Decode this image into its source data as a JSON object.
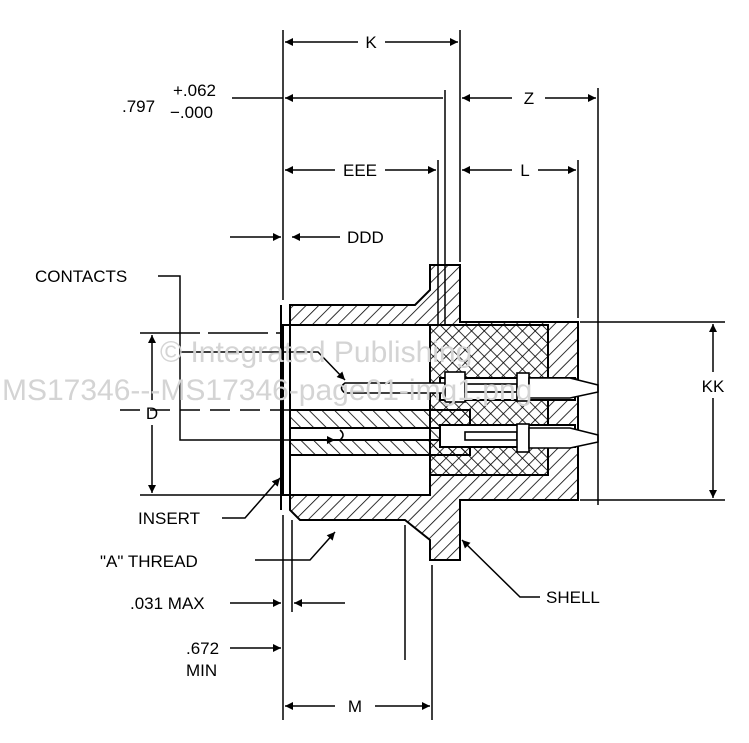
{
  "labels": {
    "k": "K",
    "dim797": ".797",
    "tol_plus": "+.062",
    "tol_minus": "−.000",
    "z": "Z",
    "eee": "EEE",
    "l": "L",
    "ddd": "DDD",
    "contacts": "CONTACTS",
    "d": "D",
    "kk": "KK",
    "insert": "INSERT",
    "a_thread": "\"A\" THREAD",
    "shell": "SHELL",
    "max031": ".031 MAX",
    "min672_a": ".672",
    "min672_b": "MIN",
    "m": "M"
  },
  "watermark": {
    "line1": "© Integrated Publishing",
    "line2": "MS17346---MS17346-page01-img1.png"
  }
}
